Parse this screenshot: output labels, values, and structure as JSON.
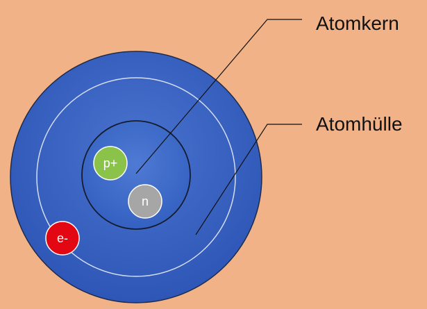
{
  "labels": {
    "nucleus": "Atomkern",
    "shell": "Atomhülle"
  },
  "particles": {
    "proton": "p+",
    "neutron": "n",
    "electron": "e-"
  },
  "colors": {
    "background": "#F2B287",
    "atom": "#3A63C2",
    "proton": "#8BC34A",
    "neutron": "#A6A6A6",
    "electron": "#E30613"
  }
}
